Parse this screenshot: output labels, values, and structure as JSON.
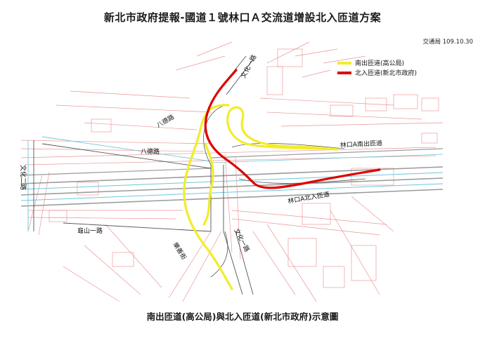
{
  "title": "新北市政府提報-國道１號林口Ａ交流道增設北入匝道方案",
  "source": "交通局  109.10.30",
  "caption": "南出匝道(高公局)與北入匝道(新北市政府)示意圖",
  "legend": [
    {
      "label": "南出匝道(高公局)",
      "color": "#f2ec2a"
    },
    {
      "label": "北入匝道(新北市政府)",
      "color": "#e00000"
    }
  ],
  "road_labels": {
    "wenhua1_north": "文化一路",
    "bade_upper": "八德路",
    "bade_lower": "八德路",
    "wenhua2": "文化二路",
    "guishan1": "龜山一路",
    "wenhua1_south": "文化一路",
    "south_side_road": "樂善街",
    "ramp_south_exit": "林口A南出匝道",
    "ramp_north_entry": "林口A北入匝道"
  },
  "colors": {
    "cad_red": "#e88a8a",
    "highway_gray": "#9a9a9a",
    "highway_cyan": "#6ec6dc",
    "yellow_ramp": "#f2ec2a",
    "red_ramp": "#e00000"
  }
}
